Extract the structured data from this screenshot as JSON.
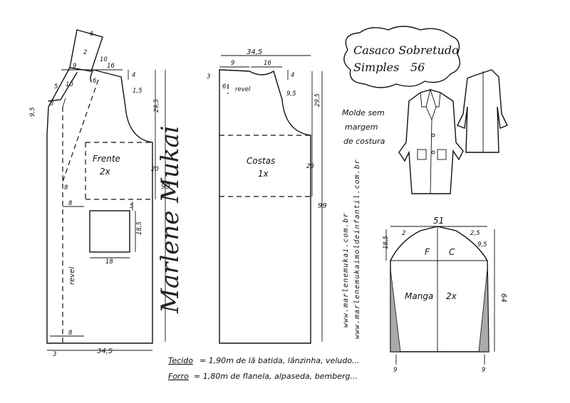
{
  "title": {
    "line1": "Casaco Sobretudo",
    "line2": "Simples",
    "number": "56"
  },
  "note": {
    "line1": "Molde sem",
    "line2": "margem",
    "line3": "de costura"
  },
  "pieces": {
    "front": {
      "label": "Frente",
      "qty": "2x",
      "fold": "revel"
    },
    "back": {
      "label": "Costas",
      "qty": "1x",
      "fold": "revel"
    },
    "sleeve": {
      "label": "Manga",
      "qty": "2x",
      "front_mark": "F",
      "back_mark": "C"
    }
  },
  "front_dims": {
    "collar_w": "6",
    "collar_h": "2",
    "collar_side": "10",
    "collar_neck": "10",
    "shoulder": "16",
    "neck_w": "9",
    "neck_drop": "4",
    "shoulder_drop": "1,5",
    "left_5": "5",
    "left_6": "6",
    "left_3": "3",
    "hem_3": "3",
    "side_9_5": "9,5",
    "armhole": "29,5",
    "waist": "20",
    "total": "99",
    "button": "8",
    "lapel_8": "8",
    "hem_8": "8",
    "width": "34,5",
    "pocket_h": "18,5",
    "pocket_w": "18",
    "pocket_top": "5"
  },
  "back_dims": {
    "width": "34,5",
    "neck_w": "9",
    "shoulder": "16",
    "neck_left": "3",
    "neck_depth": "6",
    "neck_drop": "4",
    "armhole_curve": "9,5",
    "armhole": "29,5",
    "waist": "20",
    "total": "99"
  },
  "sleeve_dims": {
    "width": "51",
    "cap": "18,5",
    "front_curve": "2",
    "back_curve": "2,5",
    "back_curve2": "9,5",
    "length": "64",
    "hem_left": "9",
    "hem_right": "9"
  },
  "materials": {
    "fabric_label": "Tecido",
    "fabric": "= 1,90m de lã batida, lãnzinha, veludo...",
    "lining_label": "Forro",
    "lining": "= 1,80m de flanela, alpaseda, bemberg..."
  },
  "urls": {
    "url1": "www.marlenemukai.com.br",
    "url2": "www.marlenemukaimoldeinfantil.com.br"
  },
  "signature": "Marlene Mukai"
}
